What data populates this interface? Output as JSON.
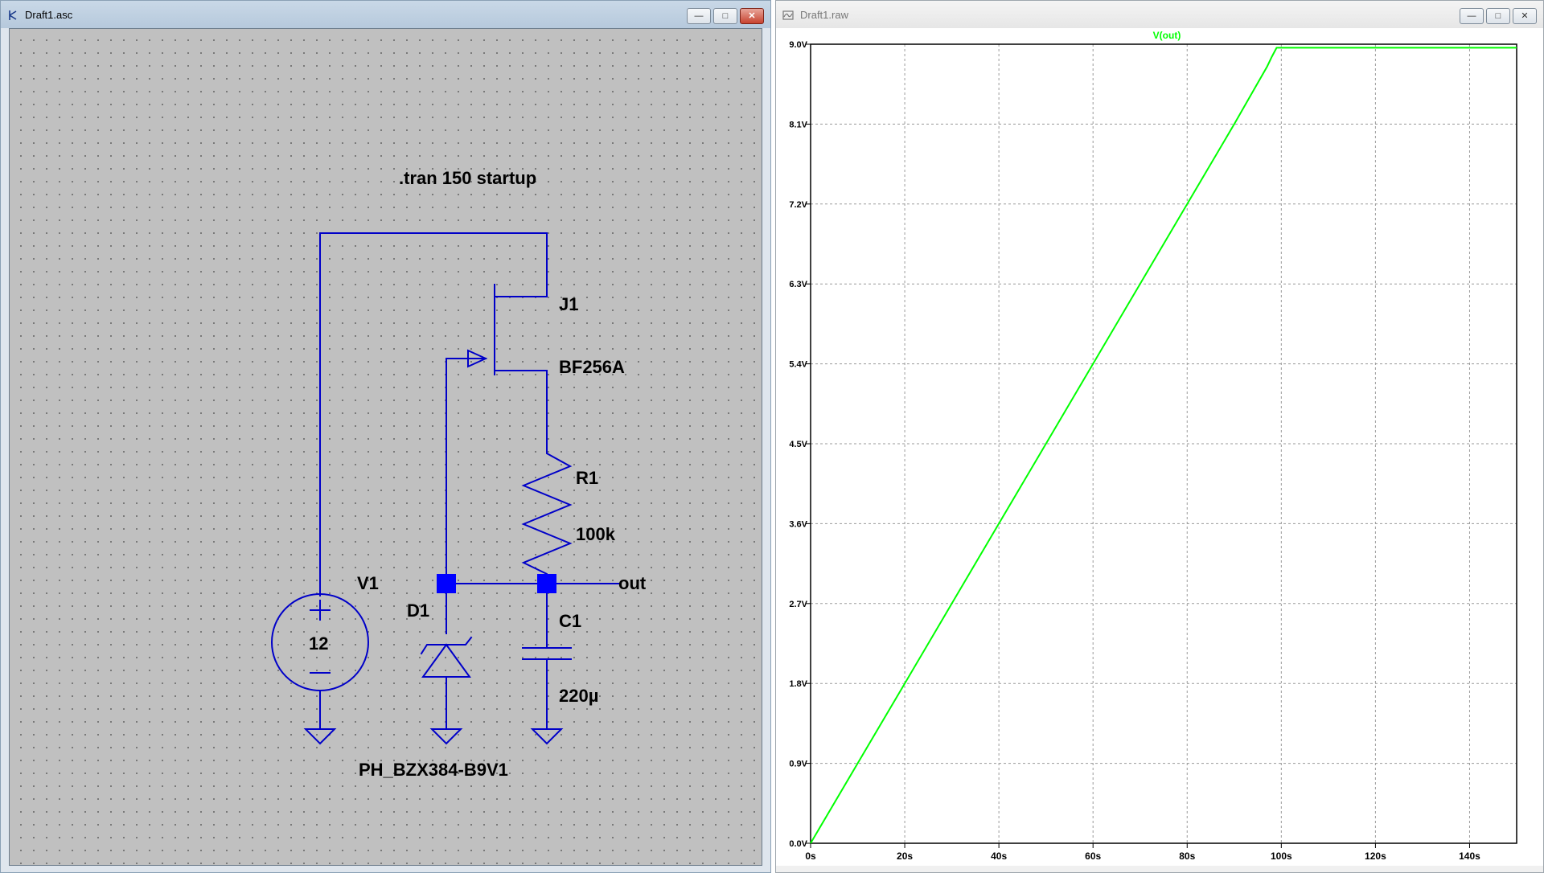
{
  "schematic_window": {
    "title": "Draft1.asc",
    "directive": ".tran 150 startup",
    "components": {
      "j1_name": "J1",
      "j1_model": "BF256A",
      "r1_name": "R1",
      "r1_value": "100k",
      "v1_name": "V1",
      "v1_value": "12",
      "d1_name": "D1",
      "d1_model": "PH_BZX384-B9V1",
      "c1_name": "C1",
      "c1_value": "220µ"
    },
    "net_label": "out",
    "colors": {
      "wire": "#0000c8",
      "background": "#c0c0c0",
      "text": "#000000"
    }
  },
  "plot_window": {
    "title": "Draft1.raw",
    "trace_label": "V(out)"
  },
  "chart_data": {
    "type": "line",
    "title": "",
    "series": [
      {
        "name": "V(out)",
        "color": "#00ff00",
        "x": [
          0,
          10,
          20,
          30,
          40,
          50,
          60,
          70,
          80,
          90,
          97,
          98,
          99,
          100,
          150
        ],
        "y": [
          0,
          0.9,
          1.8,
          2.7,
          3.6,
          4.5,
          5.4,
          6.3,
          7.2,
          8.1,
          8.75,
          8.86,
          8.96,
          8.96,
          8.96
        ]
      }
    ],
    "xlabel": "",
    "ylabel": "",
    "xlim": [
      0,
      150
    ],
    "ylim": [
      0,
      9
    ],
    "x_ticks": [
      0,
      20,
      40,
      60,
      80,
      100,
      120,
      140
    ],
    "x_tick_labels": [
      "0s",
      "20s",
      "40s",
      "60s",
      "80s",
      "100s",
      "120s",
      "140s"
    ],
    "y_ticks": [
      0,
      0.9,
      1.8,
      2.7,
      3.6,
      4.5,
      5.4,
      6.3,
      7.2,
      8.1,
      9.0
    ],
    "y_tick_labels": [
      "0.0V",
      "0.9V",
      "1.8V",
      "2.7V",
      "3.6V",
      "4.5V",
      "5.4V",
      "6.3V",
      "7.2V",
      "8.1V",
      "9.0V"
    ],
    "grid": true
  },
  "buttons": {
    "minimize": "—",
    "maximize": "□",
    "close": "✕"
  }
}
